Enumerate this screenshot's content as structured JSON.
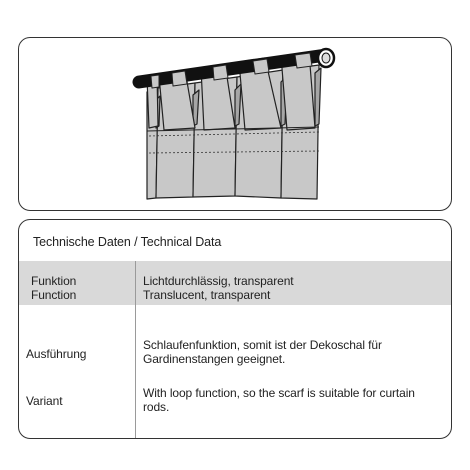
{
  "table": {
    "title": "Technische Daten / Technical Data",
    "function": {
      "label_de": "Funktion",
      "label_en": "Function",
      "value_de": "Lichtdurchlässig, transparent",
      "value_en": "Translucent, transparent"
    },
    "execution": {
      "label": "Ausführung",
      "value_line1": "Schlaufenfunktion, somit ist der Dekoschal für",
      "value_line2": "Gardinenstangen geeignet."
    },
    "variant": {
      "label": "Variant",
      "value_line1": "With loop function, so the scarf is suitable for curtain",
      "value_line2": "rods."
    }
  },
  "colors": {
    "curtain_fill": "#c8c8c8",
    "curtain_dark": "#9e9e9e",
    "rod": "#111111",
    "function_row_bg": "#d9d9d9",
    "border": "#333333"
  }
}
